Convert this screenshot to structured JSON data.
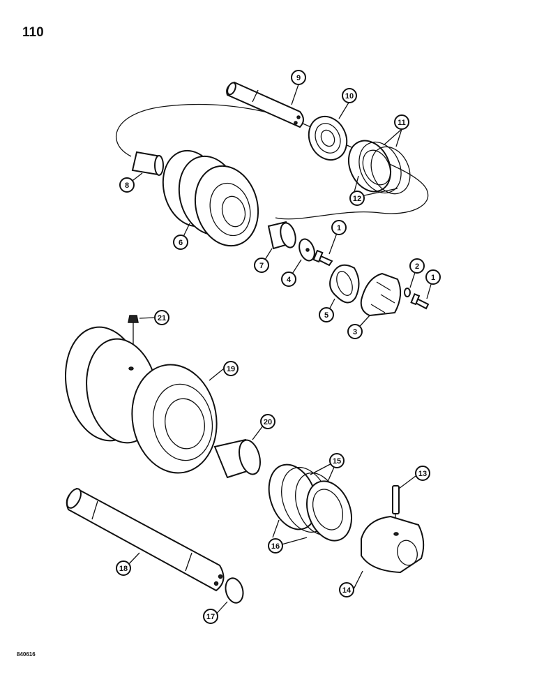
{
  "page_number": "110",
  "figure_code": "840616",
  "callouts": [
    {
      "id": "c1a",
      "label": "1"
    },
    {
      "id": "c1b",
      "label": "1"
    },
    {
      "id": "c2",
      "label": "2"
    },
    {
      "id": "c3",
      "label": "3"
    },
    {
      "id": "c4",
      "label": "4"
    },
    {
      "id": "c5",
      "label": "5"
    },
    {
      "id": "c6",
      "label": "6"
    },
    {
      "id": "c7",
      "label": "7"
    },
    {
      "id": "c8",
      "label": "8"
    },
    {
      "id": "c9",
      "label": "9"
    },
    {
      "id": "c10",
      "label": "10"
    },
    {
      "id": "c11",
      "label": "11"
    },
    {
      "id": "c12",
      "label": "12"
    },
    {
      "id": "c13",
      "label": "13"
    },
    {
      "id": "c14",
      "label": "14"
    },
    {
      "id": "c15",
      "label": "15"
    },
    {
      "id": "c16",
      "label": "16"
    },
    {
      "id": "c17",
      "label": "17"
    },
    {
      "id": "c18",
      "label": "18"
    },
    {
      "id": "c19",
      "label": "19"
    },
    {
      "id": "c20",
      "label": "20"
    },
    {
      "id": "c21",
      "label": "21"
    }
  ]
}
